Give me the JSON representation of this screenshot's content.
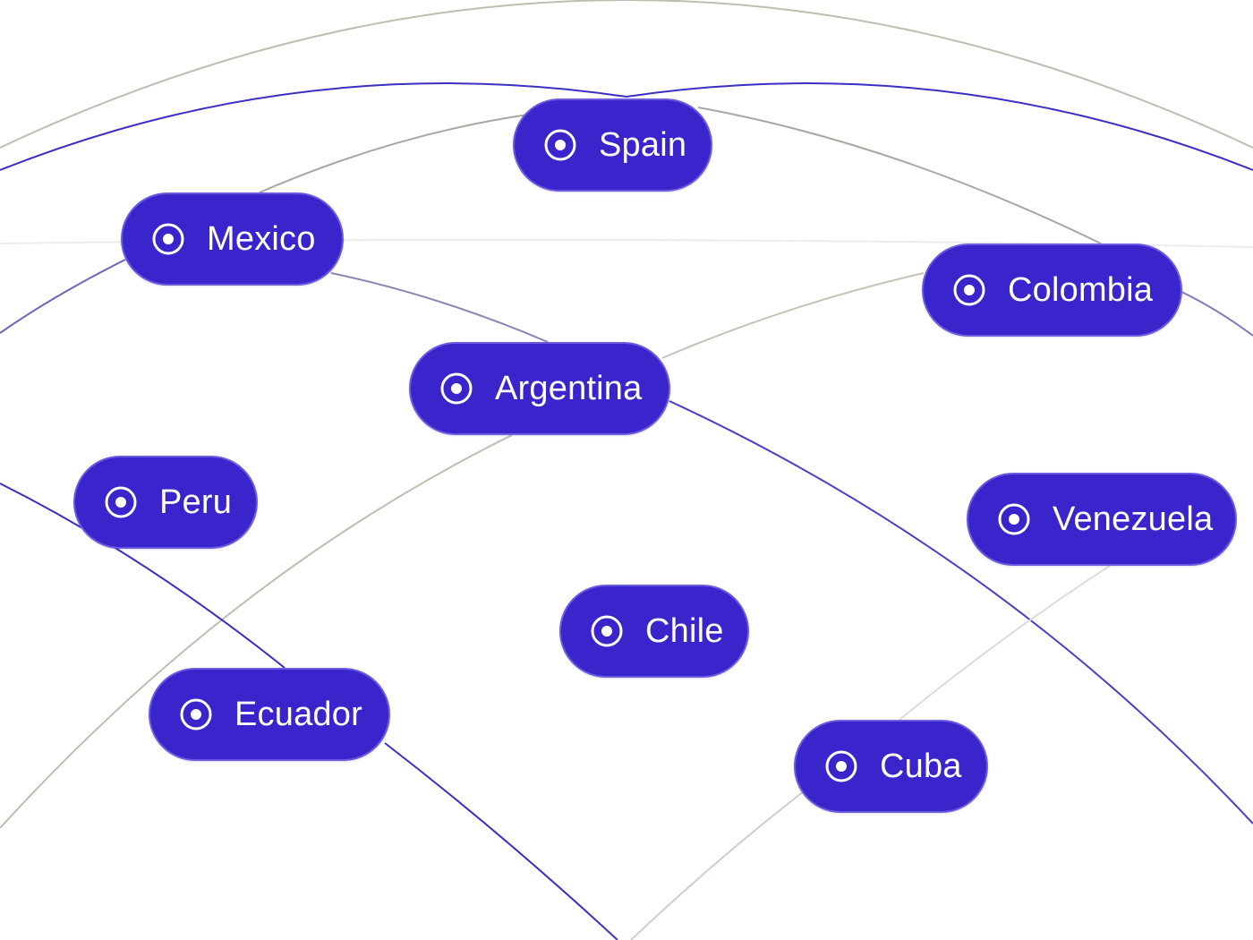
{
  "colors": {
    "pill_fill": "#3a25cc",
    "pill_border": "#6a5ae0",
    "pill_text": "#ffffff",
    "arc_purple": "#3b2ec4",
    "arc_gray": "#b9b9ae",
    "background": "#ffffff"
  },
  "options": [
    {
      "id": "spain",
      "label": "Spain",
      "icon": "radio-selected-icon"
    },
    {
      "id": "mexico",
      "label": "Mexico",
      "icon": "radio-selected-icon"
    },
    {
      "id": "colombia",
      "label": "Colombia",
      "icon": "radio-selected-icon"
    },
    {
      "id": "argentina",
      "label": "Argentina",
      "icon": "radio-selected-icon"
    },
    {
      "id": "peru",
      "label": "Peru",
      "icon": "radio-selected-icon"
    },
    {
      "id": "venezuela",
      "label": "Venezuela",
      "icon": "radio-selected-icon"
    },
    {
      "id": "chile",
      "label": "Chile",
      "icon": "radio-selected-icon"
    },
    {
      "id": "ecuador",
      "label": "Ecuador",
      "icon": "radio-selected-icon"
    },
    {
      "id": "cuba",
      "label": "Cuba",
      "icon": "radio-selected-icon"
    }
  ]
}
